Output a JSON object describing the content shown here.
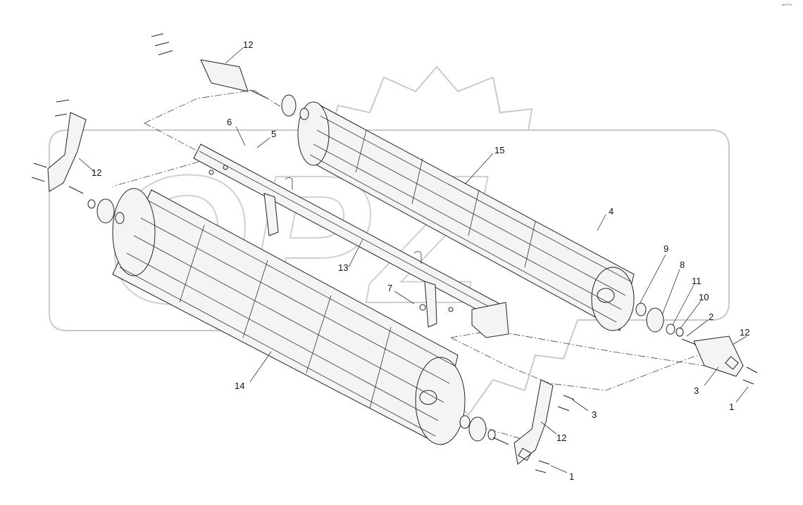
{
  "diagram": {
    "corner_code": "ᴬᴹ ⁰⁰⁰⁵",
    "watermark_letters": "OPZ",
    "callouts": [
      {
        "id": "c12a",
        "label": "12"
      },
      {
        "id": "c12b",
        "label": "12"
      },
      {
        "id": "c6",
        "label": "6"
      },
      {
        "id": "c5",
        "label": "5"
      },
      {
        "id": "c15",
        "label": "15"
      },
      {
        "id": "c4",
        "label": "4"
      },
      {
        "id": "c13",
        "label": "13"
      },
      {
        "id": "c7",
        "label": "7"
      },
      {
        "id": "c9",
        "label": "9"
      },
      {
        "id": "c8",
        "label": "8"
      },
      {
        "id": "c11",
        "label": "11"
      },
      {
        "id": "c10",
        "label": "10"
      },
      {
        "id": "c2",
        "label": "2"
      },
      {
        "id": "c12c",
        "label": "12"
      },
      {
        "id": "c3a",
        "label": "3"
      },
      {
        "id": "c1a",
        "label": "1"
      },
      {
        "id": "c14",
        "label": "14"
      },
      {
        "id": "c3b",
        "label": "3"
      },
      {
        "id": "c12d",
        "label": "12"
      },
      {
        "id": "c1b",
        "label": "1"
      }
    ]
  }
}
